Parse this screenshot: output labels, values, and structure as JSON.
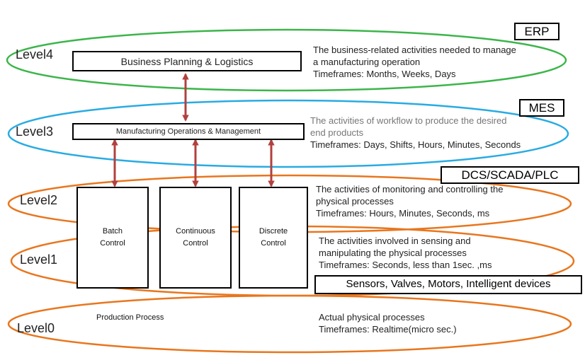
{
  "levels": {
    "l4": "Level4",
    "l3": "Level3",
    "l2": "Level2",
    "l1": "Level1",
    "l0": "Level0"
  },
  "tags": {
    "erp": "ERP",
    "mes": "MES",
    "dcs": "DCS/SCADA/PLC",
    "sensors": "Sensors, Valves, Motors, Intelligent devices"
  },
  "boxes": {
    "business": "Business Planning & Logistics",
    "manufacturing": "Manufacturing Operations & Management",
    "batch": [
      "Batch",
      "Control"
    ],
    "continuous": [
      "Continuous",
      "Control"
    ],
    "discrete": [
      "Discrete",
      "Control"
    ],
    "production": "Production Process"
  },
  "descriptions": {
    "l4": [
      "The business-related activities needed to manage",
      "a manufacturing operation",
      "Timeframes: Months, Weeks, Days"
    ],
    "l3": [
      "The activities of workflow to produce the desired",
      "end products",
      "Timeframes: Days, Shifts, Hours, Minutes, Seconds"
    ],
    "l2": [
      "The activities of monitoring and controlling the",
      "physical processes",
      "Timeframes: Hours, Minutes, Seconds, ms"
    ],
    "l1": [
      "The activities involved in sensing and",
      "manipulating the physical processes",
      "Timeframes: Seconds, less than 1sec. ,ms"
    ],
    "l0": [
      "Actual physical processes",
      "Timeframes: Realtime(micro sec.)"
    ]
  },
  "colors": {
    "erp_ellipse": "#3cb54a",
    "mes_ellipse": "#29abe2",
    "lower_ellipse": "#e8761e",
    "arrow": "#b0413e",
    "box_border": "#000000"
  }
}
